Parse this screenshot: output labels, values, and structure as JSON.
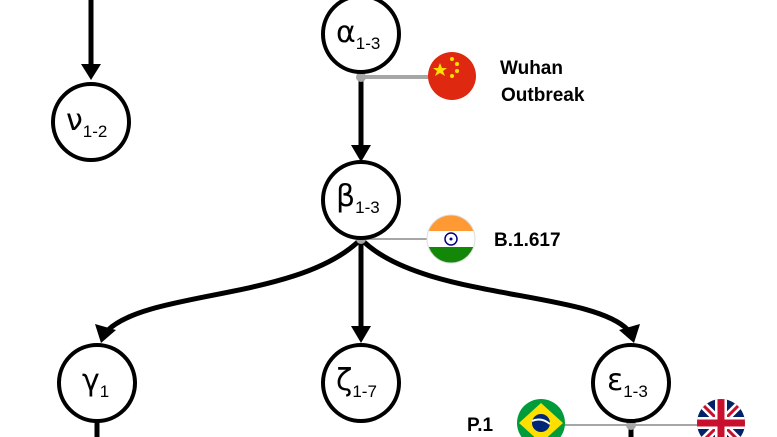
{
  "nodes": {
    "alpha": {
      "symbol": "α",
      "subscript": "1-3"
    },
    "nu": {
      "symbol": "ν",
      "subscript": "1-2"
    },
    "beta": {
      "symbol": "β",
      "subscript": "1-3"
    },
    "gamma": {
      "symbol": "γ",
      "subscript": "1"
    },
    "zeta": {
      "symbol": "ζ",
      "subscript": "1-7"
    },
    "epsilon": {
      "symbol": "ε",
      "subscript": "1-3"
    }
  },
  "annotations": {
    "wuhan": {
      "line1": "Wuhan",
      "line2": "Outbreak",
      "flag": "china-flag-icon"
    },
    "india": {
      "label": "B.1.617",
      "flag": "india-flag-icon"
    },
    "brazil": {
      "label": "P.1",
      "flag": "brazil-flag-icon"
    },
    "uk": {
      "flag": "uk-flag-icon"
    }
  },
  "colors": {
    "edge": "#000000",
    "connector": "#a6a6a6",
    "connector_dot": "#a6a6a6"
  }
}
